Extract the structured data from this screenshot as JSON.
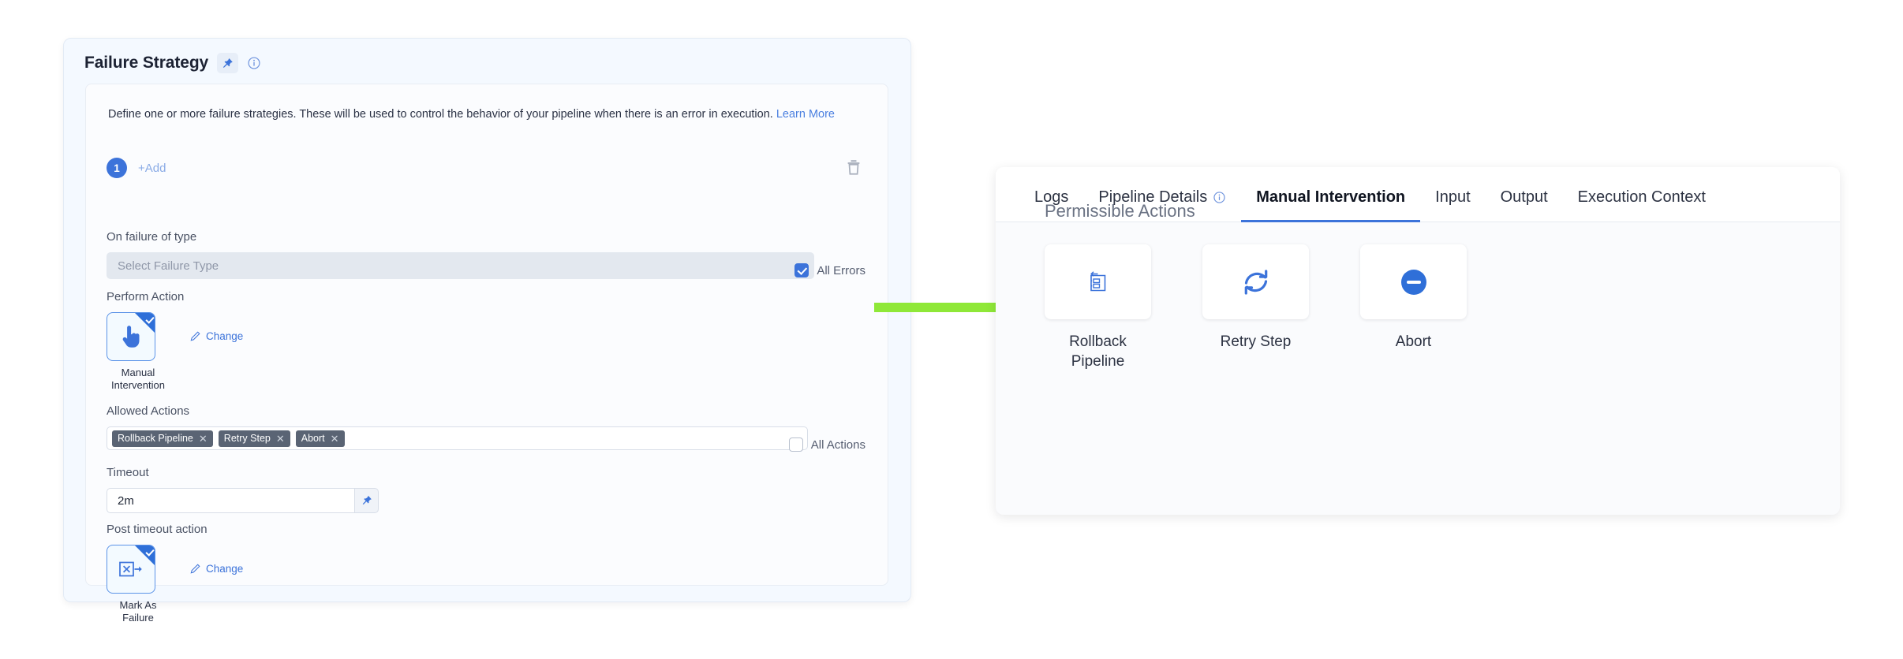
{
  "colors": {
    "accent_blue": "#3c73da",
    "chip_gray": "#5a6474",
    "arrow_green": "#8fe838",
    "panel_bg": "#f4f9ff"
  },
  "failure_strategy": {
    "title": "Failure Strategy",
    "pin_icon": "pin-icon",
    "info_icon": "info-circle-icon",
    "description": "Define one or more failure strategies. These will be used to control the behavior of your pipeline when there is an error in execution.",
    "learn_more": "Learn More",
    "strategy_index": "1",
    "add_label": "+Add",
    "delete_icon": "trash-icon",
    "on_failure_of_type": {
      "label": "On failure of type",
      "placeholder": "Select Failure Type",
      "value": "",
      "checkbox_label": "All Errors",
      "checked": true
    },
    "perform_action": {
      "label": "Perform Action",
      "icon": "pointing-hand-icon",
      "tile_caption": "Manual Intervention",
      "change_label": "Change",
      "selected": true
    },
    "allowed_actions": {
      "label": "Allowed Actions",
      "chips": [
        "Rollback Pipeline",
        "Retry Step",
        "Abort"
      ],
      "checkbox_label": "All Actions",
      "checked": false
    },
    "timeout": {
      "label": "Timeout",
      "value": "2m",
      "pin_icon": "pin-icon"
    },
    "post_timeout_action": {
      "label": "Post timeout action",
      "icon": "mark-as-failure-icon",
      "tile_caption": "Mark As Failure",
      "change_label": "Change",
      "selected": true
    }
  },
  "annotation": {
    "arrow_icon": "right-arrow-annotation"
  },
  "details_panel": {
    "tabs": [
      {
        "label": "Logs",
        "active": false,
        "info": false
      },
      {
        "label": "Pipeline Details",
        "active": false,
        "info": true
      },
      {
        "label": "Manual Intervention",
        "active": true,
        "info": false
      },
      {
        "label": "Input",
        "active": false,
        "info": false
      },
      {
        "label": "Output",
        "active": false,
        "info": false
      },
      {
        "label": "Execution Context",
        "active": false,
        "info": false
      }
    ],
    "section_title": "Permissible Actions",
    "actions": [
      {
        "label": "Rollback Pipeline",
        "icon": "rollback-pipeline-icon"
      },
      {
        "label": "Retry Step",
        "icon": "retry-refresh-icon"
      },
      {
        "label": "Abort",
        "icon": "abort-minus-circle-icon"
      }
    ]
  }
}
